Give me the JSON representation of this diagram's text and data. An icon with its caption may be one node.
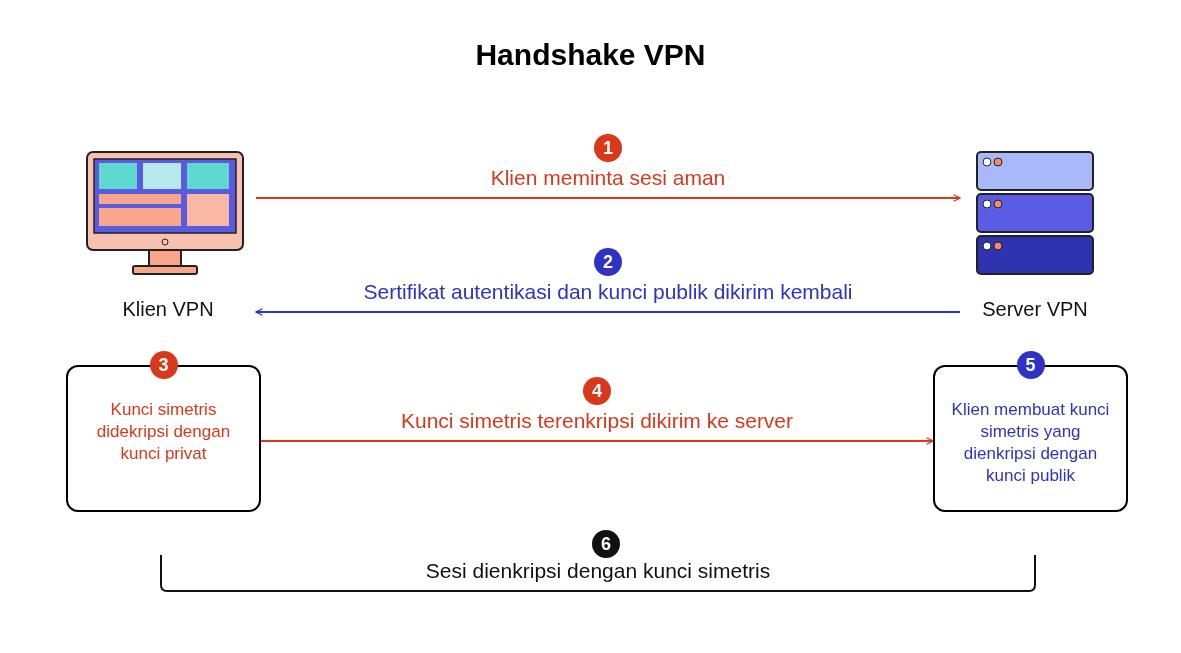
{
  "diagram": {
    "title": "Handshake VPN",
    "nodes": [
      {
        "text": [
          "Klien VPN"
        ]
      },
      {
        "text": [
          "Server VPN"
        ]
      },
      {
        "text": [
          "3",
          "Kunci simetris didekripsi dengan kunci privat"
        ]
      },
      {
        "text": [
          "5",
          "Klien membuat kunci simetris yang dienkripsi dengan kunci publik"
        ]
      }
    ],
    "edges": [
      {
        "from": 0,
        "to": 1,
        "arrow": "to",
        "label": "Klien meminta sesi aman"
      },
      {
        "from": 1,
        "to": 0,
        "arrow": "to",
        "label": "Sertifikat autentikasi dan kunci publik dikirim kembali",
        "color": "#2e33c4"
      },
      {
        "from": 2,
        "to": 3,
        "arrow": "to",
        "label": "Kunci simetris terenkripsi dikirim ke server"
      }
    ],
    "labels": [
      "1",
      "2",
      "4",
      "6",
      "Sesi dienkripsi dengan kunci simetris"
    ]
  }
}
